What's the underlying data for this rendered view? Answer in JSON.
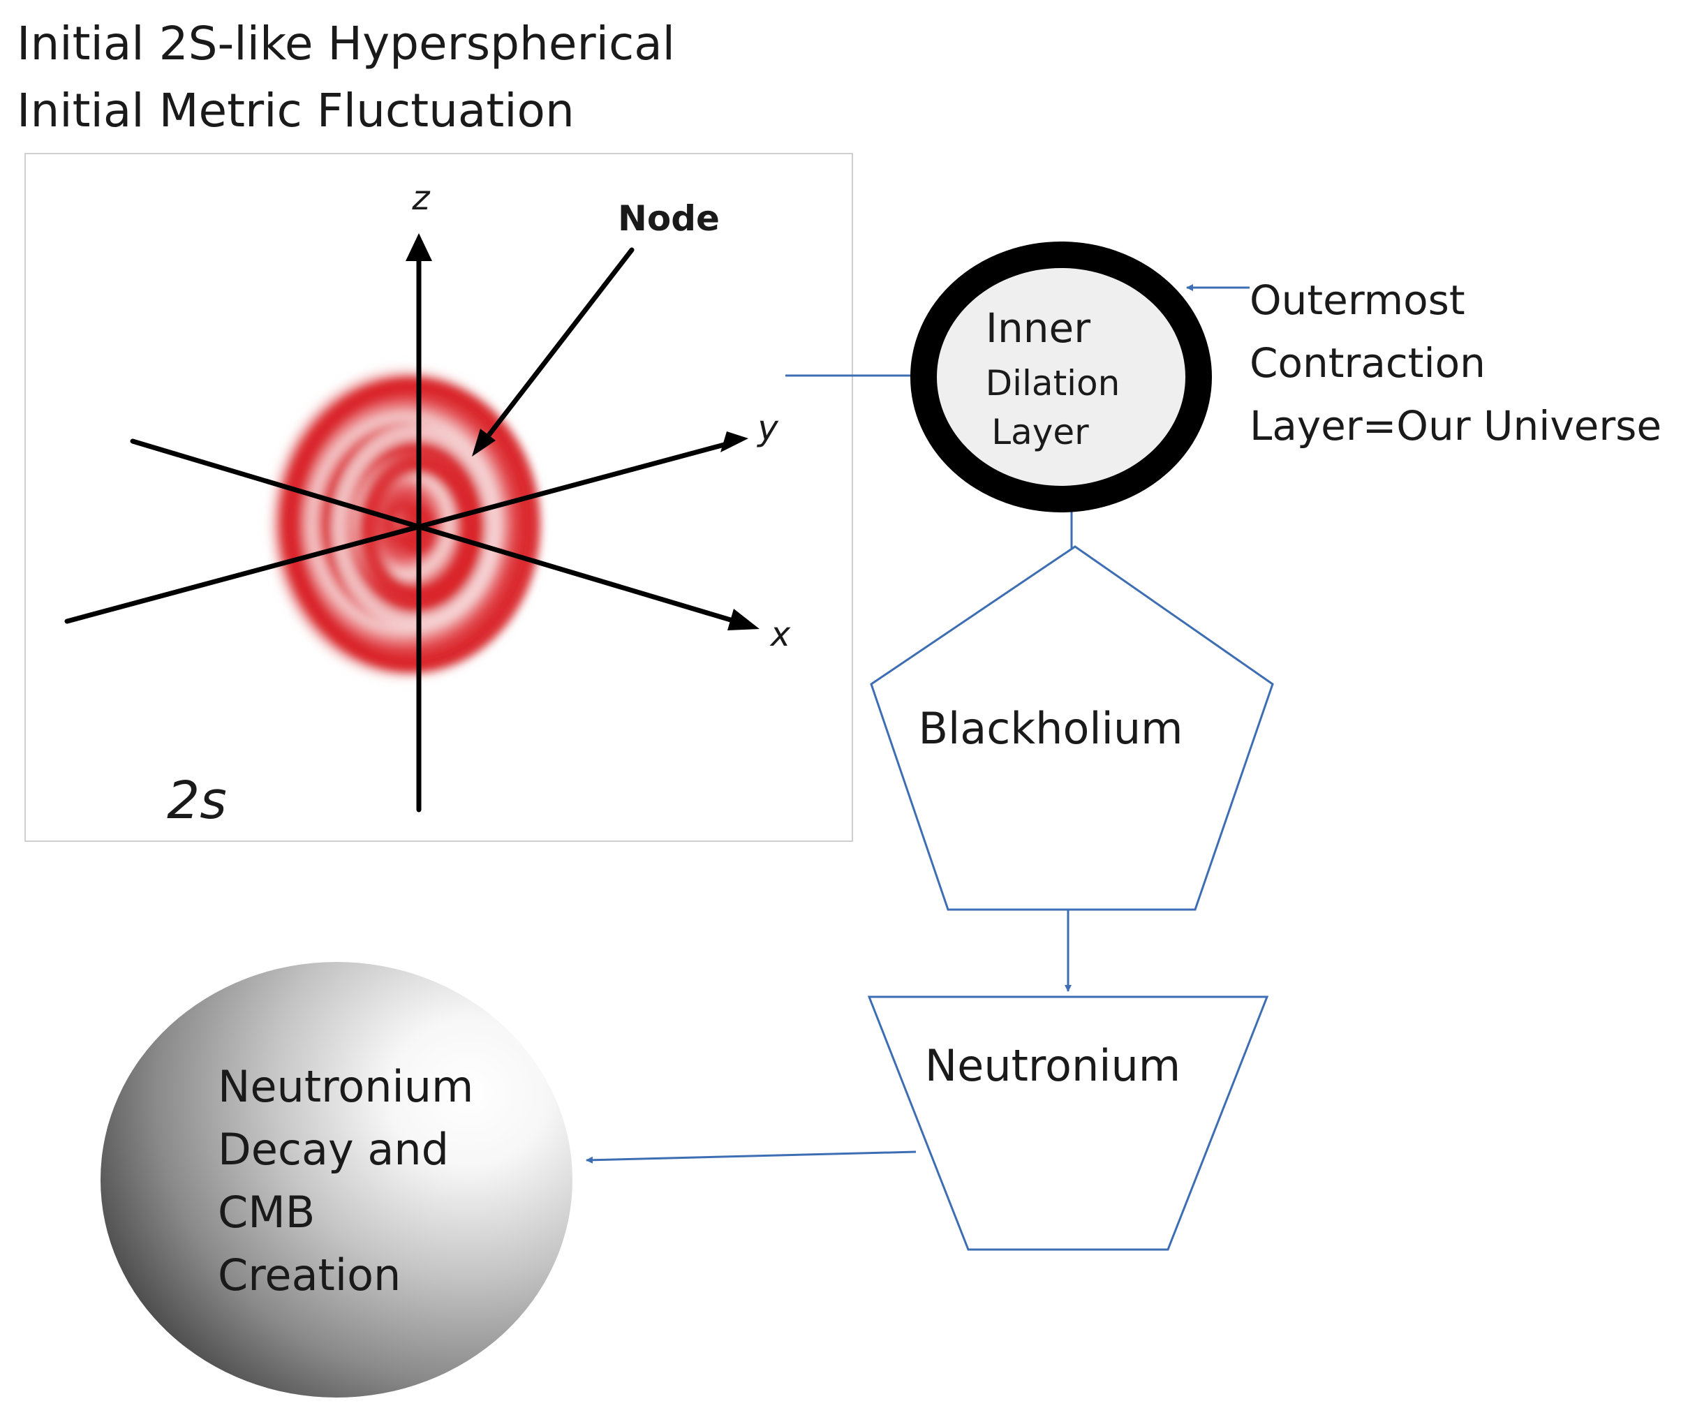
{
  "title": {
    "line1": "Initial 2S-like Hyperspherical",
    "line2": "Initial Metric Fluctuation"
  },
  "orbital_panel": {
    "axis_labels": {
      "z": "z",
      "y": "y",
      "x": "x"
    },
    "node_label": "Node",
    "orbital_label": "2s",
    "ring_color": "#d9262b"
  },
  "layer_circle": {
    "inner_lines": [
      "Inner",
      "Dilation",
      "Layer"
    ],
    "outer_lines": [
      "Outermost",
      "Contraction",
      "Layer=Our Universe"
    ]
  },
  "pentagon": {
    "label": "Blackholium"
  },
  "trapezoid": {
    "label": "Neutronium"
  },
  "sphere": {
    "lines": [
      "Neutronium",
      "Decay and",
      "CMB",
      "Creation"
    ]
  },
  "colors": {
    "flow_arrow": "#3d6eb3",
    "shape_outline": "#3d6eb3",
    "text": "#1a1a1a"
  }
}
